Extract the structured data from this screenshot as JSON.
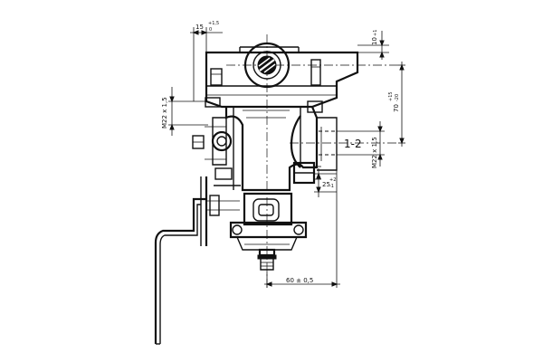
{
  "drawing": {
    "dimensions": {
      "top_width": {
        "value": "15",
        "tolerance_upper": "+1,5",
        "tolerance_lower": "0"
      },
      "top_height": {
        "value": "10",
        "tolerance_upper": "+1",
        "tolerance_lower": ""
      },
      "right_height": {
        "value": "70",
        "tolerance_upper": "+15",
        "tolerance_lower": "-20"
      },
      "left_thread": {
        "value": "M22 x 1,5"
      },
      "right_thread": {
        "value": "M22 x 1,5"
      },
      "lower_height": {
        "value": "25",
        "tolerance_upper": "+2",
        "tolerance_lower": "-1"
      },
      "bottom_width": {
        "value": "60 ± 0,5"
      }
    },
    "port_label": "1-2"
  }
}
